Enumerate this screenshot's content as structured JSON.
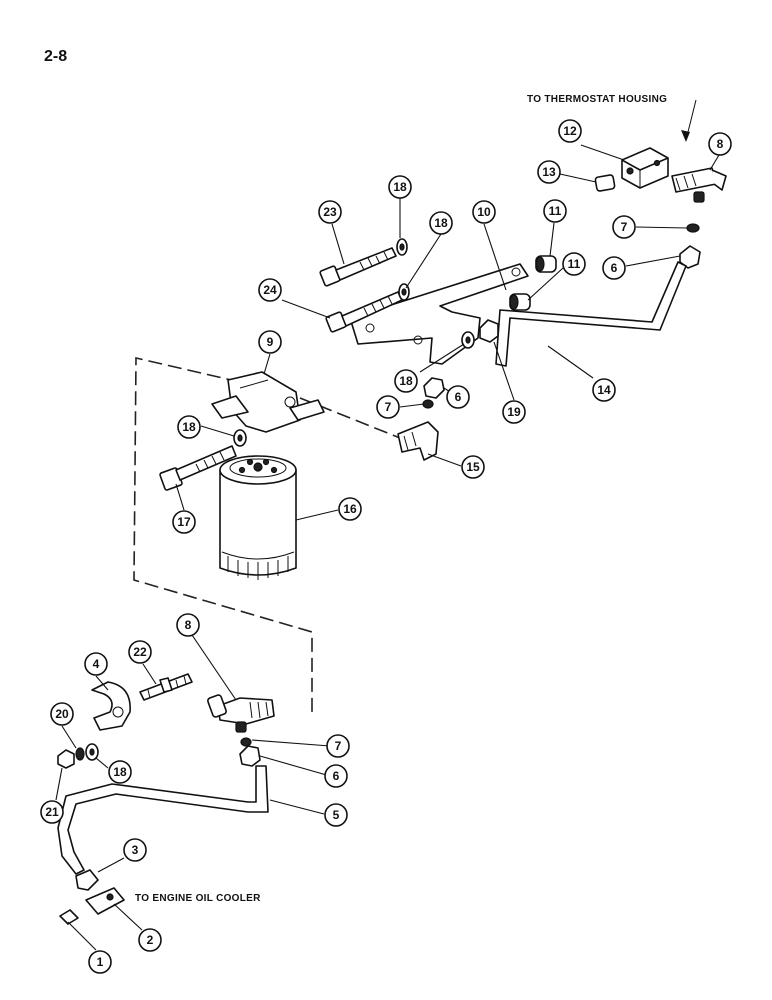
{
  "page_number": "2-8",
  "notes": {
    "thermostat": "TO THERMOSTAT HOUSING",
    "oil_cooler": "TO ENGINE OIL COOLER"
  },
  "callouts": [
    {
      "id": "c1",
      "label": "1"
    },
    {
      "id": "c2",
      "label": "2"
    },
    {
      "id": "c3",
      "label": "3"
    },
    {
      "id": "c4",
      "label": "4"
    },
    {
      "id": "c5",
      "label": "5"
    },
    {
      "id": "c6a",
      "label": "6"
    },
    {
      "id": "c6b",
      "label": "6"
    },
    {
      "id": "c6c",
      "label": "6"
    },
    {
      "id": "c7a",
      "label": "7"
    },
    {
      "id": "c7b",
      "label": "7"
    },
    {
      "id": "c7c",
      "label": "7"
    },
    {
      "id": "c8a",
      "label": "8"
    },
    {
      "id": "c8b",
      "label": "8"
    },
    {
      "id": "c9",
      "label": "9"
    },
    {
      "id": "c10",
      "label": "10"
    },
    {
      "id": "c11a",
      "label": "11"
    },
    {
      "id": "c11b",
      "label": "11"
    },
    {
      "id": "c12",
      "label": "12"
    },
    {
      "id": "c13",
      "label": "13"
    },
    {
      "id": "c14",
      "label": "14"
    },
    {
      "id": "c15",
      "label": "15"
    },
    {
      "id": "c16",
      "label": "16"
    },
    {
      "id": "c17",
      "label": "17"
    },
    {
      "id": "c18a",
      "label": "18"
    },
    {
      "id": "c18b",
      "label": "18"
    },
    {
      "id": "c18c",
      "label": "18"
    },
    {
      "id": "c18d",
      "label": "18"
    },
    {
      "id": "c18e",
      "label": "18"
    },
    {
      "id": "c19",
      "label": "19"
    },
    {
      "id": "c20",
      "label": "20"
    },
    {
      "id": "c21",
      "label": "21"
    },
    {
      "id": "c22",
      "label": "22"
    },
    {
      "id": "c23",
      "label": "23"
    },
    {
      "id": "c24",
      "label": "24"
    }
  ]
}
